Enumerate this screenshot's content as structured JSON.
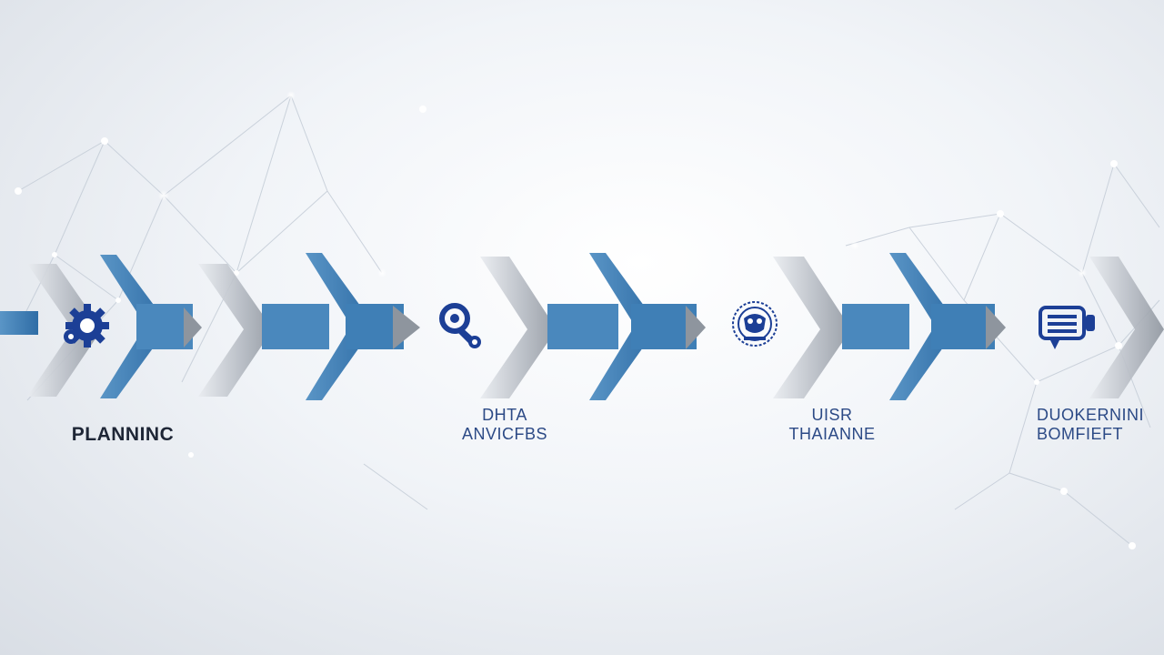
{
  "stages": [
    {
      "label_lines": [
        "PLANNINC"
      ],
      "icon": "gear-icon"
    },
    {
      "label_lines": [
        "DHTA",
        "ANVICFBS"
      ],
      "icon": "key-gear-icon"
    },
    {
      "label_lines": [
        "UISR",
        "THAIANNE"
      ],
      "icon": "badge-icon"
    },
    {
      "label_lines": [
        "DUOKERNINI",
        "BOMFIEFT"
      ],
      "icon": "document-stack-icon"
    }
  ],
  "colors": {
    "accent_blue": "#3f7fb6",
    "dark_blue": "#1f4f86",
    "icon_blue": "#1c3f96",
    "grey_chevron": "#b9bec5",
    "network": "#c3cbd6"
  }
}
